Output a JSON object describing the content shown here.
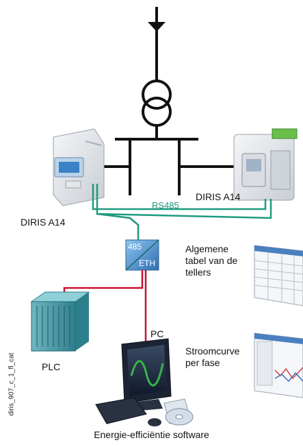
{
  "labels": {
    "diris_left": "DIRIS A14",
    "diris_right": "DIRIS A14",
    "rs485": "RS485",
    "converter_top": "485",
    "converter_bottom": "ETH",
    "plc": "PLC",
    "pc": "PC",
    "table_caption": "Algemene\ntabel van de\ntellers",
    "curve_caption": "Stroomcurve\nper fase",
    "footer": "Energie-efficiëntie software",
    "side_code": "diris_907_c_1_fl_cat"
  },
  "colors": {
    "power_line": "#111111",
    "rs485_line": "#1e9a7e",
    "ethernet_line": "#c8102e",
    "converter": "#4d8fcf",
    "plc": "#3f8f9a",
    "monitor_wave": "#3ab54a"
  },
  "icons": [
    "transformer-icon",
    "meter-icon",
    "converter-icon",
    "plc-icon",
    "pc-icon",
    "table-screen-icon",
    "curve-screen-icon",
    "cd-icon"
  ]
}
